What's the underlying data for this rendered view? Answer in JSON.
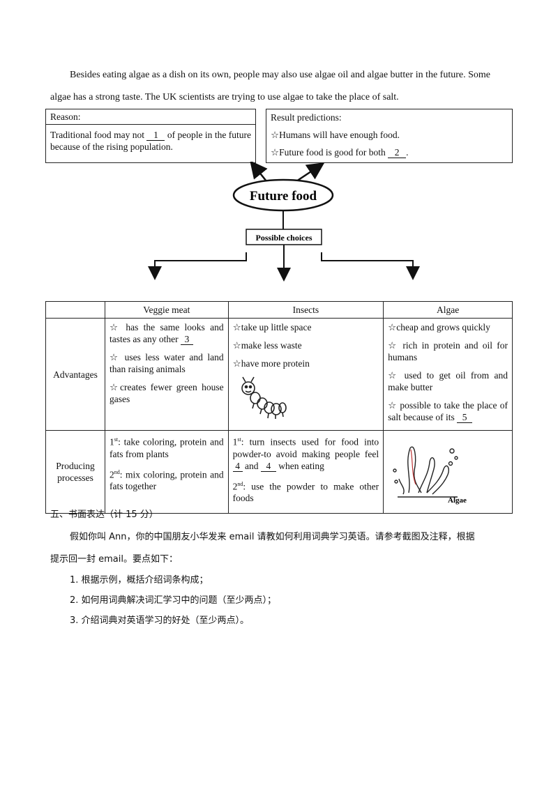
{
  "intro": {
    "line1": "Besides eating algae as a dish on its own, people may also use algae oil and algae butter in the future. Some",
    "line2": "algae has a strong taste. The UK scientists are trying to use algae to take the place of salt."
  },
  "reason_box": {
    "header": "Reason:",
    "text_a": "Traditional food may not ",
    "blank": "1",
    "text_b": " of people in the future because of the rising population."
  },
  "result_box": {
    "header": "Result predictions:",
    "item1": "☆Humans will have enough food.",
    "item2_a": "☆Future food is good for both ",
    "item2_blank": "2",
    "item2_b": "."
  },
  "diagram": {
    "center_label": "Future food",
    "choices_label": "Possible choices"
  },
  "table": {
    "headers": [
      "Veggie meat",
      "Insects",
      "Algae"
    ],
    "row_advantages": "Advantages",
    "row_processes": "Producing processes",
    "veggie_adv": {
      "a1_text": "☆ has the same looks and tastes as any other ",
      "a1_blank": "3",
      "a2": "☆ uses less water and land than raising animals",
      "a3": "☆creates fewer green house gases"
    },
    "insects_adv": {
      "a1": "☆take up little space",
      "a2": "☆make less waste",
      "a3": "☆have more protein"
    },
    "algae_adv": {
      "a1": "☆cheap and grows quickly",
      "a2": "☆ rich in protein and oil for humans",
      "a3": "☆ used to get oil from and make butter",
      "a4_text": "☆ possible to take the place of salt because of its ",
      "a4_blank": "5"
    },
    "veggie_proc": {
      "p1_num": "1",
      "p1_sup": "st",
      "p1_text": ": take coloring, protein and fats from plants",
      "p2_num": "2",
      "p2_sup": "nd",
      "p2_text": ": mix coloring, protein and fats together"
    },
    "insects_proc": {
      "p1_num": "1",
      "p1_sup": "st",
      "p1_text_a": ": turn insects used for food into powder-to avoid making people feel ",
      "p1_blank1": "4",
      "p1_and": " and ",
      "p1_blank2": "4",
      "p1_text_b": " when eating",
      "p2_num": "2",
      "p2_sup": "nd",
      "p2_text": ": use the powder to make other foods"
    },
    "algae_image_label": "Algae"
  },
  "writing": {
    "section_title": "五、书面表达（计 15 分）",
    "prompt_line1": "假如你叫 Ann，你的中国朋友小华发来 email 请教如何利用词典学习英语。请参考截图及注释，根据",
    "prompt_line2": "提示回一封 email。要点如下：",
    "points": [
      "1. 根据示例，概括介绍词条构成；",
      "2. 如何用词典解决词汇学习中的问题（至少两点）；",
      "3. 介绍词典对英语学习的好处（至少两点）。"
    ]
  }
}
